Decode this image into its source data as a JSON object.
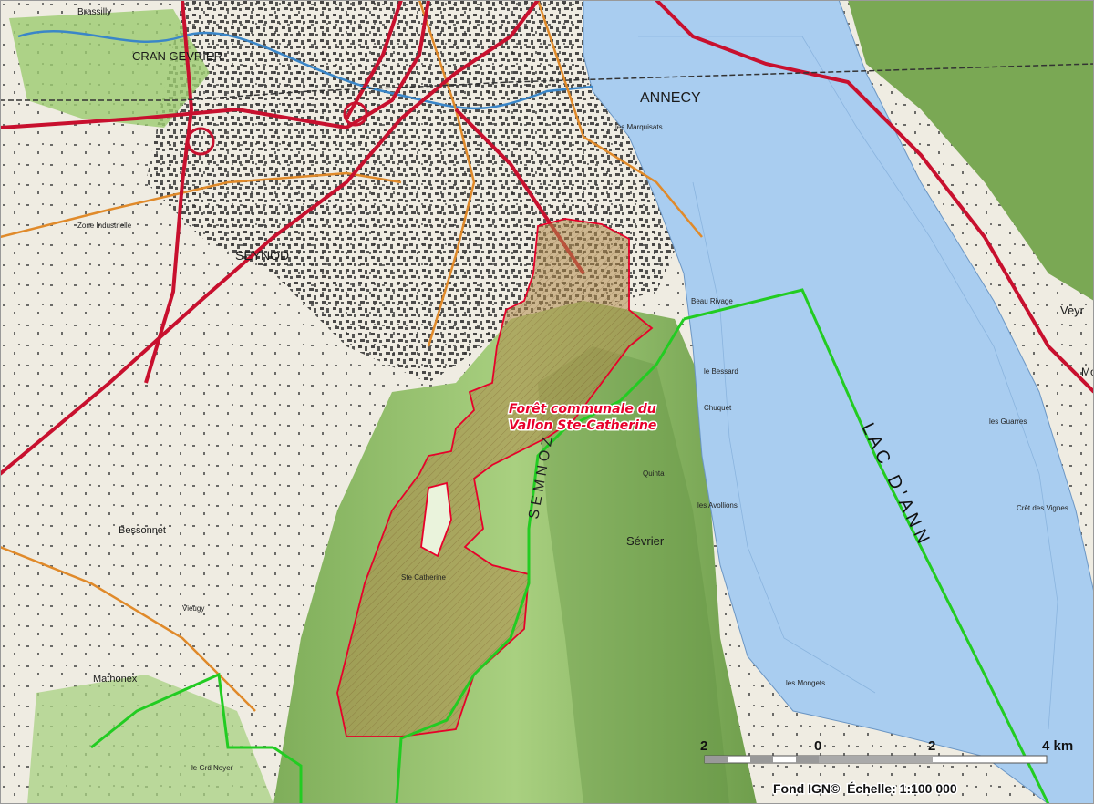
{
  "places": {
    "annecy": "ANNECY",
    "cran_gevrier": "CRAN GEVRIER",
    "seynod": "SEYNOD",
    "sevrier": "Sévrier",
    "veyrier": "Veyr",
    "bessonnet": "Bessonnet",
    "mathonex": "Mathonex",
    "le_grand_noyer": "le Grd Noyer",
    "ste_catherine": "Ste Catherine",
    "beau_rivage": "Beau Rivage",
    "le_bessard": "le Bessard",
    "chuquet": "Chuquet",
    "les_avollions": "les Avollions",
    "les_marquisats": "les Marquisats",
    "les_mongets": "les Mongets",
    "les_guerres": "les Guarres",
    "zone_industrielle": "Zone Industrielle",
    "crets_des_vignes": "Crêt des Vignes",
    "bressilly": "Brassilly",
    "vieugy": "Vieugy",
    "quintal": "Quinta",
    "mo": "Mo"
  },
  "lake_name": "L A C   D ' A N N",
  "mountain_name": "S E M N O Z",
  "forest_label": {
    "line1": "Forêt communale du",
    "line2": "Vallon Ste-Catherine"
  },
  "scale": {
    "labels": [
      "2",
      "0",
      "2",
      "4 km"
    ]
  },
  "credit": "Fond IGN©  Échelle: 1:100 000",
  "colors": {
    "lake": "#a9cdf0",
    "forest_boundary": "#e8002a",
    "forest_fill": "#b08a4a",
    "commune_boundary": "#22cc22",
    "main_road": "#c8102e",
    "secondary_road": "#e08a2a",
    "woodland": "#8fc46a"
  }
}
